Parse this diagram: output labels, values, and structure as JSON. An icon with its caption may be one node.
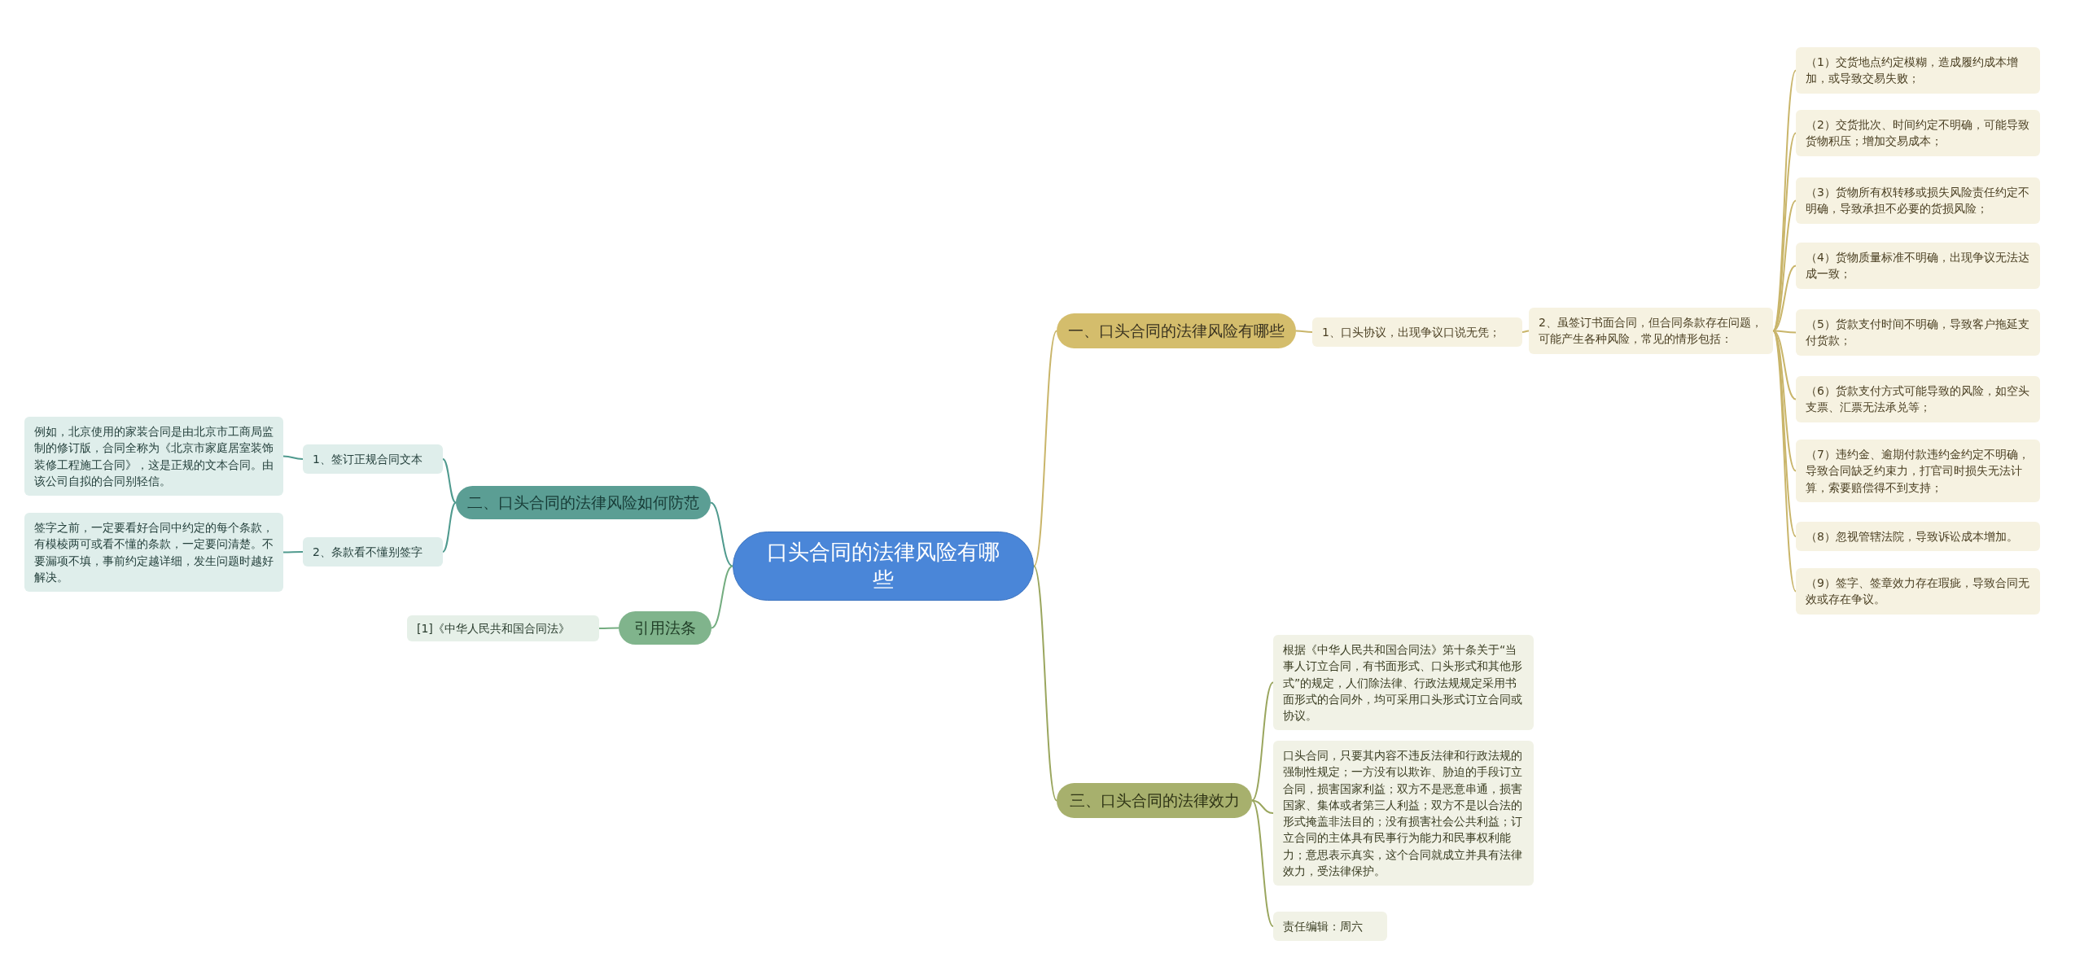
{
  "diagram": {
    "nodes": [
      {
        "text": [
          "口头合同的法律风险有哪些"
        ]
      },
      {
        "text": [
          "一、口头合同的法律风险有哪些"
        ]
      },
      {
        "text": [
          "1、口头协议，出现争议口说无凭；"
        ]
      },
      {
        "text": [
          "2、虽签订书面合同，但合同条款存在问题，可能产生各种风险，常见的情形包括："
        ]
      },
      {
        "text": [
          "（1）交货地点约定模糊，造成履约成本增加，或导致交易失败；"
        ]
      },
      {
        "text": [
          "（2）交货批次、时间约定不明确，可能导致货物积压；增加交易成本；"
        ]
      },
      {
        "text": [
          "（3）货物所有权转移或损失风险责任约定不明确，导致承担不必要的货损风险；"
        ]
      },
      {
        "text": [
          "（4）货物质量标准不明确，出现争议无法达成一致；"
        ]
      },
      {
        "text": [
          "（5）货款支付时间不明确，导致客户拖延支付货款；"
        ]
      },
      {
        "text": [
          "（6）货款支付方式可能导致的风险，如空头支票、汇票无法承兑等；"
        ]
      },
      {
        "text": [
          "（7）违约金、逾期付款违约金约定不明确，导致合同缺乏约束力，打官司时损失无法计算，索要赔偿得不到支持；"
        ]
      },
      {
        "text": [
          "（8）忽视管辖法院，导致诉讼成本增加。"
        ]
      },
      {
        "text": [
          "（9）签字、签章效力存在瑕疵，导致合同无效或存在争议。"
        ]
      },
      {
        "text": [
          "二、口头合同的法律风险如何防范"
        ]
      },
      {
        "text": [
          "1、签订正规合同文本"
        ]
      },
      {
        "text": [
          "例如，北京使用的家装合同是由北京市工商局监制的修订版，合同全称为《北京市家庭居室装饰装修工程施工合同》，这是正规的文本合同。由该公司自拟的合同别轻信。"
        ]
      },
      {
        "text": [
          "2、条款看不懂别签字"
        ]
      },
      {
        "text": [
          "签字之前，一定要看好合同中约定的每个条款，有模棱两可或看不懂的条款，一定要问清楚。不要漏项不填，事前约定越详细，发生问题时越好解决。"
        ]
      },
      {
        "text": [
          "引用法条"
        ]
      },
      {
        "text": [
          "[1]《中华人民共和国合同法》"
        ]
      },
      {
        "text": [
          "三、口头合同的法律效力"
        ]
      },
      {
        "text": [
          "根据《中华人民共和国合同法》第十条关于“当事人订立合同，有书面形式、口头形式和其他形式”的规定，人们除法律、行政法规规定采用书面形式的合同外，均可采用口头形式订立合同或协议。"
        ]
      },
      {
        "text": [
          "口头合同，只要其内容不违反法律和行政法规的强制性规定；一方没有以欺诈、胁迫的手段订立合同，损害国家利益；双方不是恶意串通，损害国家、集体或者第三人利益；双方不是以合法的形式掩盖非法目的；没有损害社会公共利益；订立合同的主体具有民事行为能力和民事权利能力；意思表示真实，这个合同就成立并具有法律效力，受法律保护。"
        ]
      },
      {
        "text": [
          "责任编辑：周六"
        ]
      }
    ],
    "edges": [
      {
        "from": 0,
        "to": 1,
        "arrow": "none"
      },
      {
        "from": 1,
        "to": 2,
        "arrow": "none"
      },
      {
        "from": 2,
        "to": 3,
        "arrow": "none"
      },
      {
        "from": 3,
        "to": 4,
        "arrow": "none"
      },
      {
        "from": 3,
        "to": 5,
        "arrow": "none"
      },
      {
        "from": 3,
        "to": 6,
        "arrow": "none"
      },
      {
        "from": 3,
        "to": 7,
        "arrow": "none"
      },
      {
        "from": 3,
        "to": 8,
        "arrow": "none"
      },
      {
        "from": 3,
        "to": 9,
        "arrow": "none"
      },
      {
        "from": 3,
        "to": 10,
        "arrow": "none"
      },
      {
        "from": 3,
        "to": 11,
        "arrow": "none"
      },
      {
        "from": 3,
        "to": 12,
        "arrow": "none"
      },
      {
        "from": 0,
        "to": 13,
        "arrow": "none",
        "color": "#4f9a8e"
      },
      {
        "from": 13,
        "to": 14,
        "arrow": "none",
        "color": "#4f9a8e"
      },
      {
        "from": 14,
        "to": 15,
        "arrow": "none",
        "color": "#4f9a8e"
      },
      {
        "from": 13,
        "to": 16,
        "arrow": "none",
        "color": "#4f9a8e"
      },
      {
        "from": 16,
        "to": 17,
        "arrow": "none",
        "color": "#4f9a8e"
      },
      {
        "from": 0,
        "to": 18,
        "arrow": "none",
        "color": "#74ad80"
      },
      {
        "from": 18,
        "to": 19,
        "arrow": "none",
        "color": "#74ad80"
      },
      {
        "from": 0,
        "to": 20,
        "arrow": "none",
        "color": "#9aa65e"
      },
      {
        "from": 20,
        "to": 21,
        "arrow": "none",
        "color": "#9aa65e"
      },
      {
        "from": 20,
        "to": 22,
        "arrow": "none",
        "color": "#9aa65e"
      },
      {
        "from": 20,
        "to": 23,
        "arrow": "none",
        "color": "#9aa65e"
      }
    ]
  }
}
